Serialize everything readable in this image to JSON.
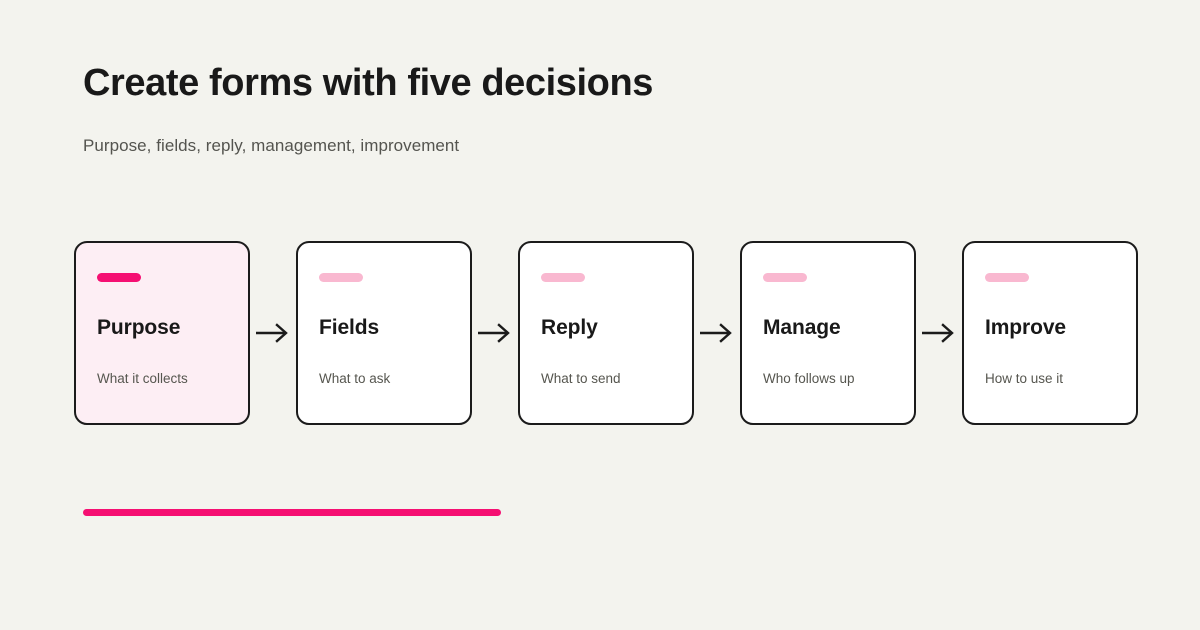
{
  "header": {
    "title": "Create forms with five decisions",
    "subtitle": "Purpose, fields, reply, management, improvement"
  },
  "flow": {
    "arrow_icon": "arrow-right-icon",
    "steps": [
      {
        "title": "Purpose",
        "description": "What it collects",
        "highlighted": true,
        "accent_color": "#f50f72",
        "background_color": "#fdeef4"
      },
      {
        "title": "Fields",
        "description": "What to ask",
        "highlighted": false,
        "accent_color": "#f9b8d0",
        "background_color": "#ffffff"
      },
      {
        "title": "Reply",
        "description": "What to send",
        "highlighted": false,
        "accent_color": "#f9b8d0",
        "background_color": "#ffffff"
      },
      {
        "title": "Manage",
        "description": "Who follows up",
        "highlighted": false,
        "accent_color": "#f9b8d0",
        "background_color": "#ffffff"
      },
      {
        "title": "Improve",
        "description": "How to use it",
        "highlighted": false,
        "accent_color": "#f9b8d0",
        "background_color": "#ffffff"
      }
    ]
  },
  "footer": {
    "rule_color": "#f50f72"
  },
  "theme": {
    "background": "#f3f3ee",
    "text_primary": "#191919",
    "text_secondary": "#54544f",
    "border": "#1b1b1b",
    "accent": "#f50f72",
    "accent_muted": "#f9b8d0"
  }
}
